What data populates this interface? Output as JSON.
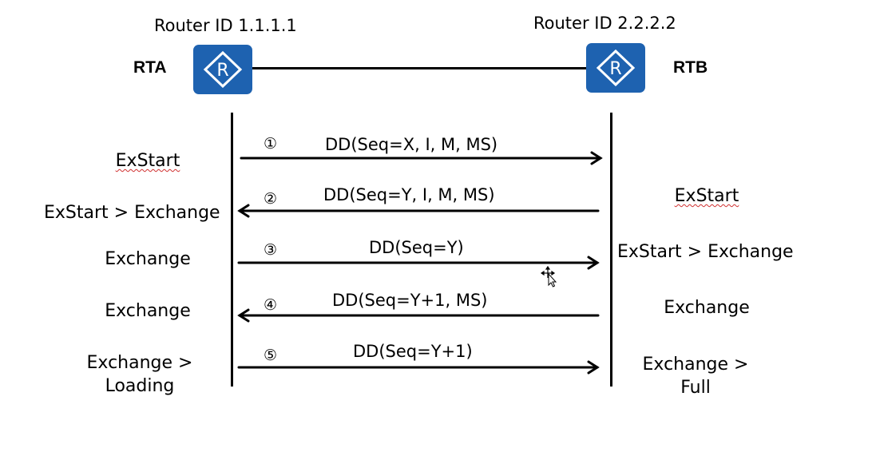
{
  "routers": [
    {
      "name": "RTA",
      "router_id_label": "Router ID 1.1.1.1",
      "icon": "router-icon",
      "icon_letter": "R",
      "color": "#1e62b0"
    },
    {
      "name": "RTB",
      "router_id_label": "Router ID 2.2.2.2",
      "icon": "router-icon",
      "icon_letter": "R",
      "color": "#1e62b0"
    }
  ],
  "messages": [
    {
      "step": "①",
      "label": "DD(Seq=X, I, M, MS)",
      "direction": "RTA->RTB"
    },
    {
      "step": "②",
      "label": "DD(Seq=Y, I, M, MS)",
      "direction": "RTB->RTA"
    },
    {
      "step": "③",
      "label": "DD(Seq=Y)",
      "direction": "RTA->RTB"
    },
    {
      "step": "④",
      "label": "DD(Seq=Y+1, MS)",
      "direction": "RTB->RTA"
    },
    {
      "step": "⑤",
      "label": "DD(Seq=Y+1)",
      "direction": "RTA->RTB"
    }
  ],
  "rta_states": [
    {
      "line1": "ExStart",
      "line2": ""
    },
    {
      "line1": "ExStart > Exchange",
      "line2": ""
    },
    {
      "line1": "Exchange",
      "line2": ""
    },
    {
      "line1": "Exchange",
      "line2": ""
    },
    {
      "line1": "Exchange >",
      "line2": "Loading"
    }
  ],
  "rtb_states": [
    {
      "line1": "ExStart",
      "line2": ""
    },
    {
      "line1": "ExStart > Exchange",
      "line2": ""
    },
    {
      "line1": "Exchange",
      "line2": ""
    },
    {
      "line1": "Exchange >",
      "line2": "Full"
    }
  ],
  "cursor": {
    "icon": "move-cursor-icon"
  }
}
